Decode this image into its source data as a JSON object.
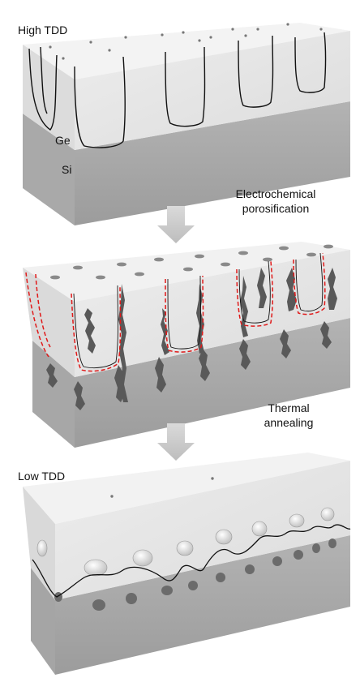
{
  "labels": {
    "high_tdd": "High TDD",
    "ge": "Ge",
    "si": "Si",
    "step1_line1": "Electrochemical",
    "step1_line2": "porosification",
    "step2_line1": "Thermal",
    "step2_line2": "annealing",
    "low_tdd": "Low TDD"
  },
  "colors": {
    "ge_front": "#e4e4e4",
    "ge_top": "#f1f1f1",
    "ge_side": "#c9c9c9",
    "si_front": "#a7a7a7",
    "si_side": "#8b8b8b",
    "dislocation_line": "#111111",
    "porous_line": "#e01919",
    "void": "#5a5a5a",
    "arrow": "#c8c8c8"
  }
}
